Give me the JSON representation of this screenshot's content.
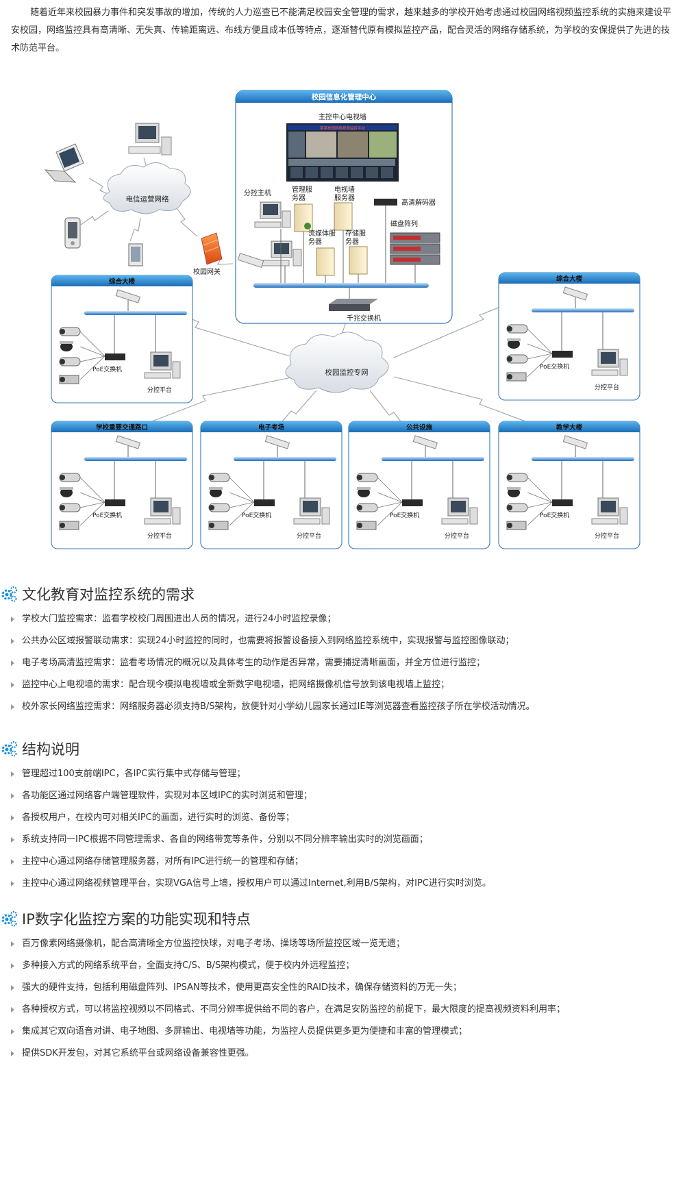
{
  "intro": "随着近年来校园暴力事件和突发事故的增加，传统的人力巡查已不能满足校园安全管理的需求，越来越多的学校开始考虑通过校园网络视频监控系统的实施来建设平安校园，网络监控具有高清晰、无失真、传输距离远、布线方便且成本低等特点，逐渐替代原有模拟监控产品，配合灵活的网络存储系统，为学校的安保提供了先进的技术防范平台。",
  "diagram": {
    "center": {
      "title": "校园信息化管理中心",
      "tv_wall": "主控中心电视墙",
      "tv_caption": "某某校园网络视频监控平台",
      "sub_host": "分控主机",
      "mgmt_server": "管理服务器",
      "tvwall_server": "电视墙服务器",
      "decoder": "高清解码器",
      "disk_array": "磁盘阵列",
      "stream_server": "流媒体服务器",
      "storage_server": "存储服务器",
      "gigabit_switch": "千兆交换机"
    },
    "telecom_cloud": "电信运营网络",
    "gateway": "校园网关",
    "campus_cloud": "校园监控专网",
    "poe_label": "PoE交换机",
    "platform_label": "分控平台",
    "zones": [
      "综合大楼",
      "综合大楼",
      "学校重要交通路口",
      "电子考场",
      "公共设施",
      "教学大楼"
    ]
  },
  "colors": {
    "accent": "#1a8fd6",
    "panel_border": "#3a78b8",
    "header_top": "#4aa8e8",
    "header_bottom": "#1c6fb8"
  },
  "sections": [
    {
      "title": "文化教育对监控系统的需求",
      "items": [
        "学校大门监控需求：监看学校校门周围进出人员的情况，进行24小时监控录像；",
        "公共办公区域报警联动需求：实现24小时监控的同时，也需要将报警设备接入到网络监控系统中，实现报警与监控图像联动；",
        "电子考场高清监控需求：监看考场情况的概况以及具体考生的动作是否异常，需要捕捉清晰画面，并全方位进行监控；",
        "监控中心上电视墙的需求：配合现今模拟电视墙或全新数字电视墙，把网络摄像机信号放到该电视墙上监控；",
        "校外家长网络监控需求：网络服务器必须支持B/S架构，放便针对小学幼儿园家长通过IE等浏览器查看监控孩子所在学校活动情况。"
      ]
    },
    {
      "title": "结构说明",
      "items": [
        "管理超过100支前端IPC，各IPC实行集中式存储与管理；",
        "各功能区通过网络客户端管理软件，实现对本区域IPC的实时浏览和管理；",
        "各授权用户，在校内可对相关IPC的画面，进行实时的浏览、备份等；",
        "系统支持同一IPC根据不同管理需求、各自的网络带宽等条件，分别以不同分辨率输出实时的浏览画面；",
        "主控中心通过网络存储管理服务器，对所有IPC进行统一的管理和存储；",
        "主控中心通过网络视频管理平台，实现VGA信号上墙，授权用户可以通过Internet,利用B/S架构，对IPC进行实时浏览。"
      ]
    },
    {
      "title": "IP数字化监控方案的功能实现和特点",
      "items": [
        "百万像素网络摄像机，配合高清晰全方位监控快球，对电子考场、操场等场所监控区域一览无遗；",
        "多种接入方式的网络系统平台，全面支持C/S、B/S架构模式，便于校内外远程监控；",
        "强大的硬件支持，包括利用磁盘阵列、IPSAN等技术，使用更高安全性的RAID技术，确保存储资料的万无一失；",
        "各种授权方式，可以将监控视频以不同格式、不同分辨率提供给不同的客户，在满足安防监控的前提下，最大限度的提高视频资料利用率；",
        "集成其它双向语音对讲、电子地图、多屏输出、电视墙等功能，为监控人员提供更多更为便捷和丰富的管理模式；",
        "提供SDK开发包，对其它系统平台或网络设备兼容性更强。"
      ]
    }
  ]
}
